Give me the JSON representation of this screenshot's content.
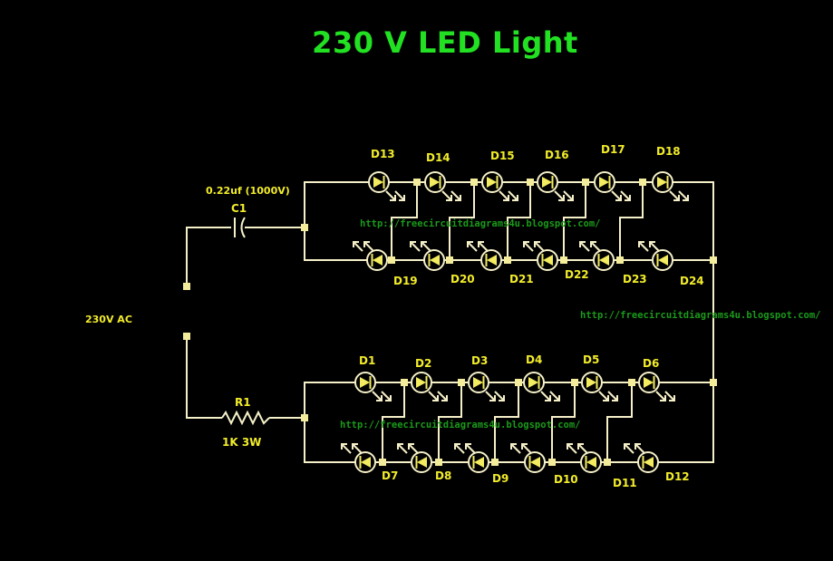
{
  "title": "230 V LED Light",
  "colors": {
    "background": "#000000",
    "title": "#22e022",
    "labels": "#f2ec2a",
    "wire": "#f5f0c8",
    "node": "#f3ec9a",
    "watermark": "#1a9a1a"
  },
  "components": {
    "capacitor": {
      "ref": "C1",
      "value": "0.22uf (1000V)"
    },
    "resistor": {
      "ref": "R1",
      "value": "1K 3W"
    },
    "source": {
      "label": "230V AC"
    }
  },
  "led_groups": {
    "upper_top_row": [
      "D13",
      "D14",
      "D15",
      "D16",
      "D17",
      "D18"
    ],
    "upper_bottom_row": [
      "D19",
      "D20",
      "D21",
      "D22",
      "D23",
      "D24"
    ],
    "lower_top_row": [
      "D1",
      "D2",
      "D3",
      "D4",
      "D5",
      "D6"
    ],
    "lower_bottom_row": [
      "D7",
      "D8",
      "D9",
      "D10",
      "D11",
      "D12"
    ]
  },
  "watermarks": [
    "http://freecircuitdiagrams4u.blogspot.com/",
    "http://freecircuitdiagrams4u.blogspot.com/",
    "http://freecircuitdiagrams4u.blogspot.com/"
  ]
}
